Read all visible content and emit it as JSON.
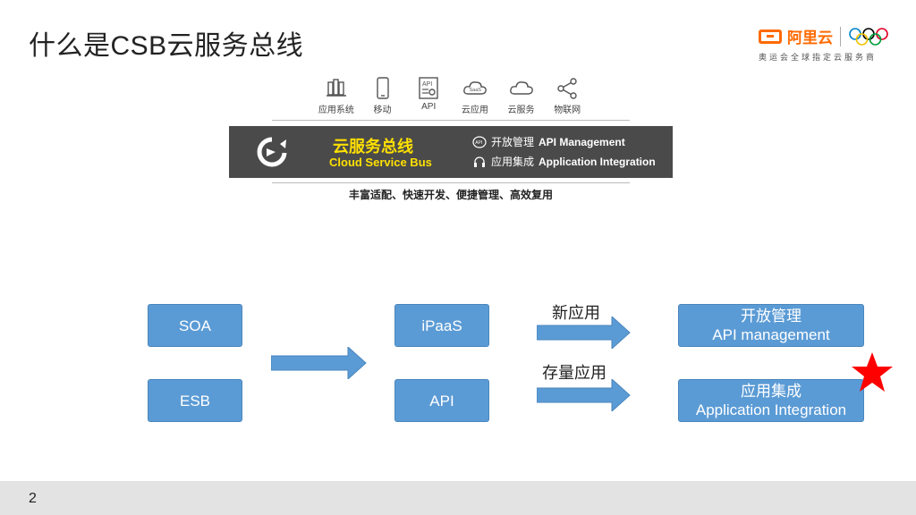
{
  "slide": {
    "title": "什么是CSB云服务总线",
    "page_number": "2"
  },
  "brand": {
    "name": "阿里云",
    "slogan": "奥运会全球指定云服务商",
    "color": "#ff6a00"
  },
  "icon_row": [
    {
      "label": "应用系统",
      "icon": "server-rack-icon"
    },
    {
      "label": "移动",
      "icon": "mobile-phone-icon"
    },
    {
      "label": "API",
      "icon": "api-gear-icon"
    },
    {
      "label": "云应用",
      "icon": "saas-cloud-icon"
    },
    {
      "label": "云服务",
      "icon": "cloud-icon"
    },
    {
      "label": "物联网",
      "icon": "share-nodes-icon"
    }
  ],
  "banner": {
    "title_cn": "云服务总线",
    "title_en": "Cloud Service Bus",
    "features": [
      {
        "cn": "开放管理",
        "en": "API Management",
        "icon": "api-circle-icon"
      },
      {
        "cn": "应用集成",
        "en": "Application Integration",
        "icon": "headset-icon"
      }
    ],
    "accent": "#ffe000",
    "background": "#4a4a4a"
  },
  "tagline": "丰富适配、快速开发、便捷管理、高效复用",
  "diagram": {
    "left": [
      "SOA",
      "ESB"
    ],
    "middle": [
      "iPaaS",
      "API"
    ],
    "arrow_labels": [
      "新应用",
      "存量应用"
    ],
    "right": [
      {
        "cn": "开放管理",
        "en": "API management"
      },
      {
        "cn": "应用集成",
        "en": "Application Integration"
      }
    ],
    "box_color": "#5b9bd5",
    "star_color": "#ff0000"
  }
}
